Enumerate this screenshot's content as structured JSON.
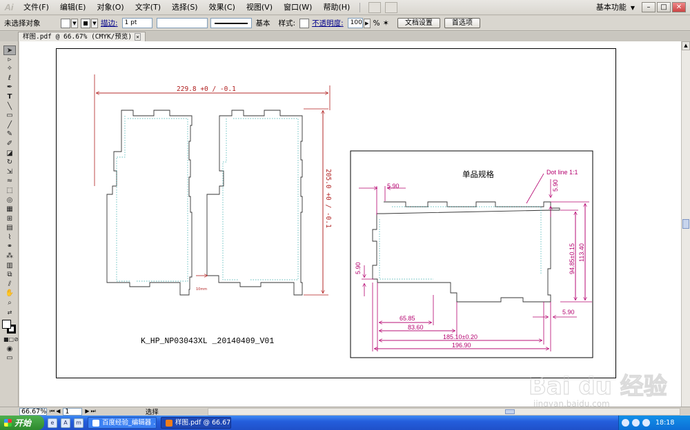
{
  "menubar": {
    "logo": "Ai",
    "items": [
      "文件(F)",
      "编辑(E)",
      "对象(O)",
      "文字(T)",
      "选择(S)",
      "效果(C)",
      "视图(V)",
      "窗口(W)",
      "帮助(H)"
    ],
    "workspace": "基本功能"
  },
  "controlbar": {
    "selection": "未选择对象",
    "stroke_label": "描边:",
    "stroke_weight": "1 pt",
    "stroke_profile": "基本",
    "style_label": "样式:",
    "opacity_label": "不透明度:",
    "opacity_value": "100",
    "opacity_unit": "%",
    "doc_setup_button": "文档设置",
    "prefs_button": "首选项"
  },
  "document_tab": {
    "title": "样图.pdf @ 66.67% (CMYK/预览)",
    "close": "✕"
  },
  "drawing": {
    "width_dim": "229.8 +0 / -0.1",
    "height_dim": "205.0 +0 / -0.1",
    "small_dim": "10mm",
    "part_code": "K_HP_NP03043XL _20140409_V01",
    "detail_title": "单品规格",
    "dot_line_label": "Dot line 1:1",
    "dims": {
      "top_left": "5.90",
      "top_right": "5.90",
      "left_side": "5.90",
      "right_bottom": "5.90",
      "height_inner": "94.85±0.15",
      "height_outer": "113.40",
      "d1": "65.85",
      "d2": "83.60",
      "d3": "185.10±0.20",
      "d4": "196.90"
    }
  },
  "colors": {
    "dimension_red": "#b01e1e",
    "dimension_magenta": "#b4006e",
    "dotted_cyan": "#2aa7a7"
  },
  "statusbar": {
    "zoom": "66.67%",
    "page": "1",
    "status": "选择"
  },
  "taskbar": {
    "start": "开始",
    "tasks": [
      {
        "label": "百度经验_编辑器 ...",
        "active": false
      },
      {
        "label": "样图.pdf @ 66.67...",
        "active": true
      }
    ],
    "time": "18:18"
  },
  "watermark": {
    "brand": "Bai du 经验",
    "url": "jingyan.baidu.com"
  }
}
